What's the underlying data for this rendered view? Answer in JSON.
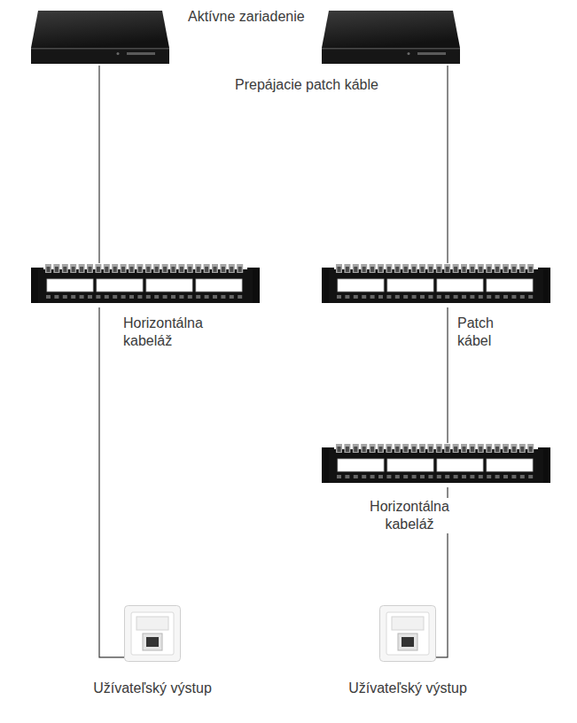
{
  "diagram": {
    "nodes": [
      {
        "text": []
      },
      {
        "text": []
      },
      {
        "text": []
      },
      {
        "text": []
      },
      {
        "text": []
      },
      {
        "text": [
          "Užívateľský výstup"
        ]
      },
      {
        "text": [
          "Užívateľský výstup"
        ]
      }
    ],
    "edges": [
      {
        "from": 0,
        "to": 2,
        "arrow": "none"
      },
      {
        "from": 2,
        "to": 5,
        "arrow": "none",
        "label": "Horizontálna kabeláž"
      },
      {
        "from": 1,
        "to": 3,
        "arrow": "none"
      },
      {
        "from": 3,
        "to": 4,
        "arrow": "none",
        "label": "Patch kábel"
      },
      {
        "from": 4,
        "to": 6,
        "arrow": "none",
        "label": "Horizontálna kabeláž"
      }
    ],
    "labels": [
      "Aktívne zariadenie",
      "Prepájacie patch káble"
    ]
  }
}
